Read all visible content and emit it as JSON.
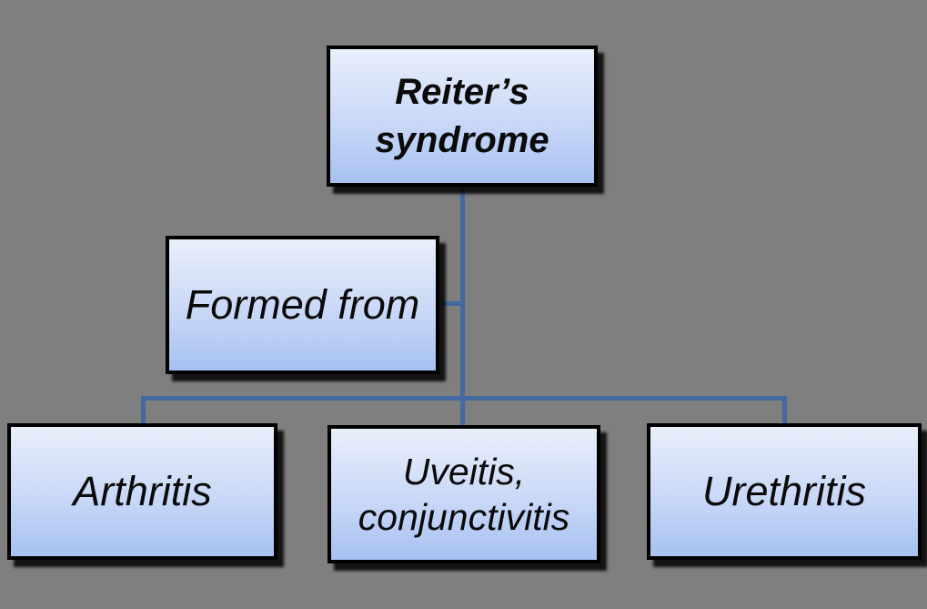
{
  "colors": {
    "bg": "#7f7f7f",
    "connector": "#44699e",
    "node-top": "#e9effb",
    "node-bottom": "#a6c2f2",
    "node-border": "#000000",
    "text": "#0a0a0a"
  },
  "diagram": {
    "root": {
      "label": "Reiter’s\nsyndrome"
    },
    "qualifier": {
      "label": "Formed from"
    },
    "children": [
      {
        "label": "Arthritis"
      },
      {
        "label": "Uveitis,\nconjunctivitis"
      },
      {
        "label": "Urethritis"
      }
    ]
  }
}
